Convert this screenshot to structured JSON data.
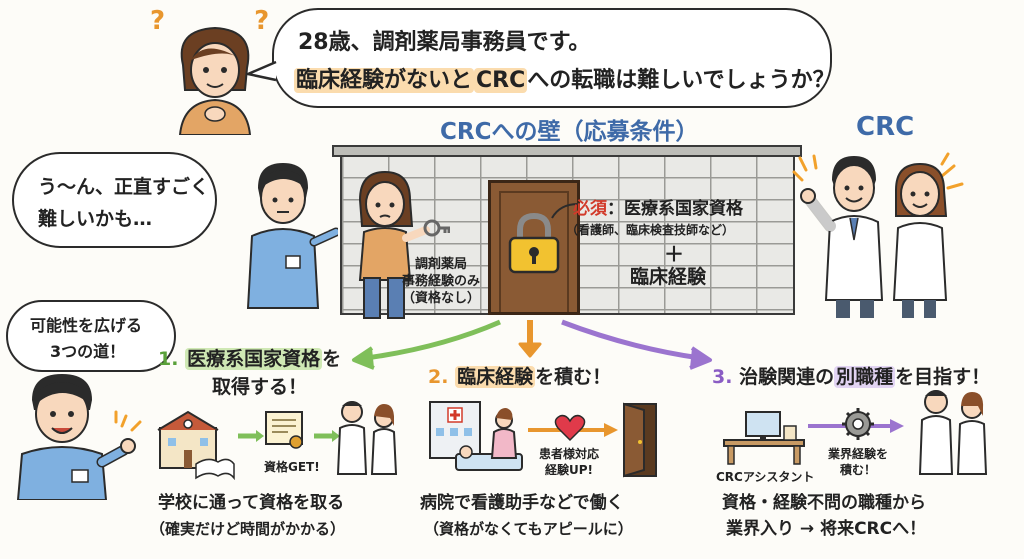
{
  "top_bubble": {
    "line1": "28歳、調剤薬局事務員です。",
    "line2_a": "臨床経験がないと",
    "line2_b": "CRC",
    "line2_c": "への転職は難しいでしょうか？"
  },
  "question_marks": "? ?",
  "wall_title": "CRCへの壁（応募条件）",
  "crc_label": "CRC",
  "reply_bubble": {
    "line1": "う〜ん、正直すごく",
    "line2": "難しいかも…"
  },
  "pharmacy_label": {
    "line1": "調剤薬局",
    "line2": "事務経験のみ",
    "line3": "（資格なし）"
  },
  "requirement": {
    "required_prefix": "必須",
    "required_text": "：医療系国家資格",
    "examples": "（看護師、臨床検査技師など）",
    "plus": "＋",
    "experience": "臨床経験"
  },
  "roads_bubble": {
    "line1": "可能性を広げる",
    "line2": "3つの道！"
  },
  "step1": {
    "num": "1.",
    "title_a": "医療系国家資格",
    "title_b": "を",
    "title_line2": "取得する！",
    "badge": "資格GET!",
    "caption1": "学校に通って資格を取る",
    "caption2": "（確実だけど時間がかかる）"
  },
  "step2": {
    "num": "2.",
    "title_a": "臨床経験",
    "title_b": "を積む！",
    "badge_line1": "患者様対応",
    "badge_line2": "経験UP!",
    "caption1": "病院で看護助手などで働く",
    "caption2": "（資格がなくてもアピールに）"
  },
  "step3": {
    "num": "3.",
    "title_a": "治験関連の",
    "title_b": "別職種",
    "title_c": "を目指す！",
    "desk_label": "CRCアシスタント",
    "badge_line1": "業界経験を",
    "badge_line2": "積む！",
    "caption1": "資格・経験不問の職種から",
    "caption2": "業界入り → 将来CRCへ！"
  },
  "colors": {
    "orange": "#e8962e",
    "green": "#7fbf5a",
    "purple": "#9b74cf",
    "blue": "#3e7fc4",
    "brick": "#9a9a96"
  }
}
